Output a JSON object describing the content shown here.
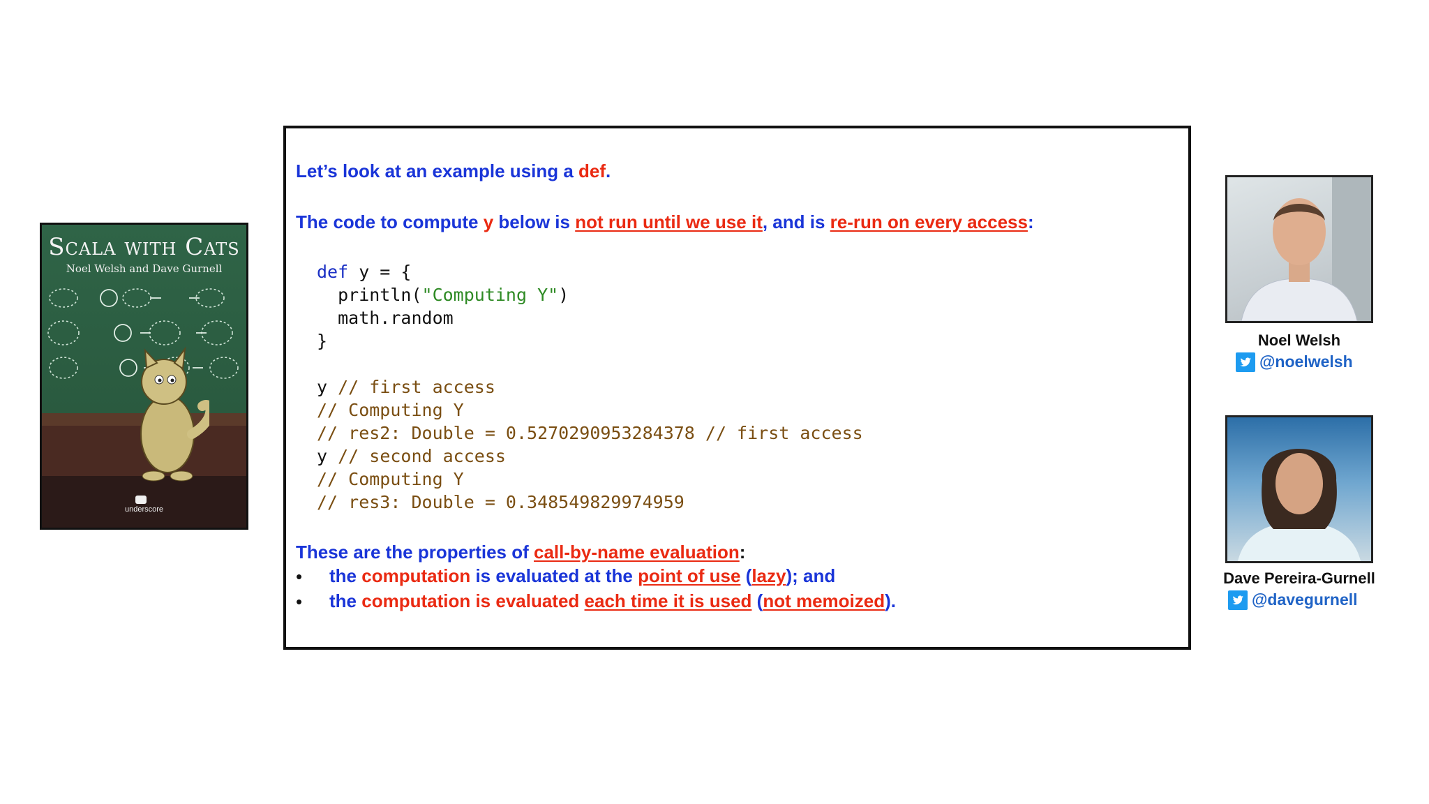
{
  "book": {
    "title": "Scala with Cats",
    "authors": "Noel Welsh and Dave Gurnell",
    "publisher": "underscore"
  },
  "slide": {
    "line1": {
      "a": "Let’s look at an example using a ",
      "b": "def",
      "c": "."
    },
    "line2": {
      "a": "The code to compute ",
      "b": "y",
      "c": " below is ",
      "d": "not run until we use it",
      "e": ", and is ",
      "f": "re-run on every access",
      "g": ":"
    },
    "code": {
      "l1_kw": "def",
      "l1_rest": " y = {",
      "l2_a": "  println(",
      "l2_str": "\"Computing Y\"",
      "l2_b": ")",
      "l3": "  math.random",
      "l4": "}",
      "l6_y": "y",
      "l6_cm": " // first access",
      "l7": "// Computing Y",
      "l8": "// res2: Double = 0.5270290953284378 // first access",
      "l9_y": "y",
      "l9_cm": " // second access",
      "l10": "// Computing Y",
      "l11": "// res3: Double = 0.348549829974959"
    },
    "props": {
      "a": "These are the properties of ",
      "b": "call-by-name evaluation",
      "c": ":"
    },
    "bullet1": {
      "dot": "•",
      "a": "the ",
      "b": "computation",
      "c": " is evaluated at the ",
      "d": "point of use",
      "e": " (",
      "f": "lazy",
      "g": "); and"
    },
    "bullet2": {
      "dot": "•",
      "a": "the ",
      "b": "computation",
      "c": " is evaluated ",
      "d": "each time it is used",
      "e": " (",
      "f": "not memoized",
      "g": ")."
    }
  },
  "speakers": [
    {
      "name": "Noel Welsh",
      "handle": "@noelwelsh"
    },
    {
      "name": "Dave Pereira-Gurnell",
      "handle": "@davegurnell"
    }
  ]
}
